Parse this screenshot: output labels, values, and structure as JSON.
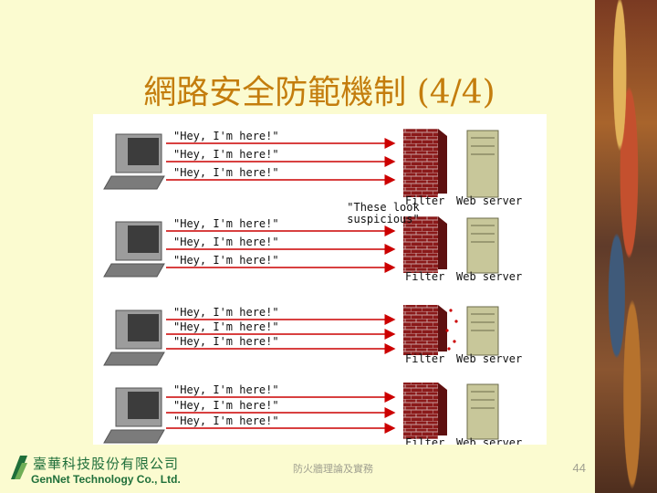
{
  "slide": {
    "title": "網路安全防範機制 (4/4)",
    "footer_center": "防火牆理論及實務",
    "page_number": "44"
  },
  "company": {
    "name_cn": "臺華科技股份有限公司",
    "name_en": "GenNet Technology Co., Ltd."
  },
  "diagram": {
    "message": "\"Hey, I'm here!\"",
    "filter_label": "Filter",
    "server_label": "Web server",
    "bubble_line1": "\"These look",
    "bubble_line2": "suspicious\""
  },
  "colors": {
    "title": "#c47d0d",
    "arrow": "#cc0000",
    "firewall": "#8b1a1a",
    "server": "#c8c79a",
    "company": "#1f6f3a"
  }
}
